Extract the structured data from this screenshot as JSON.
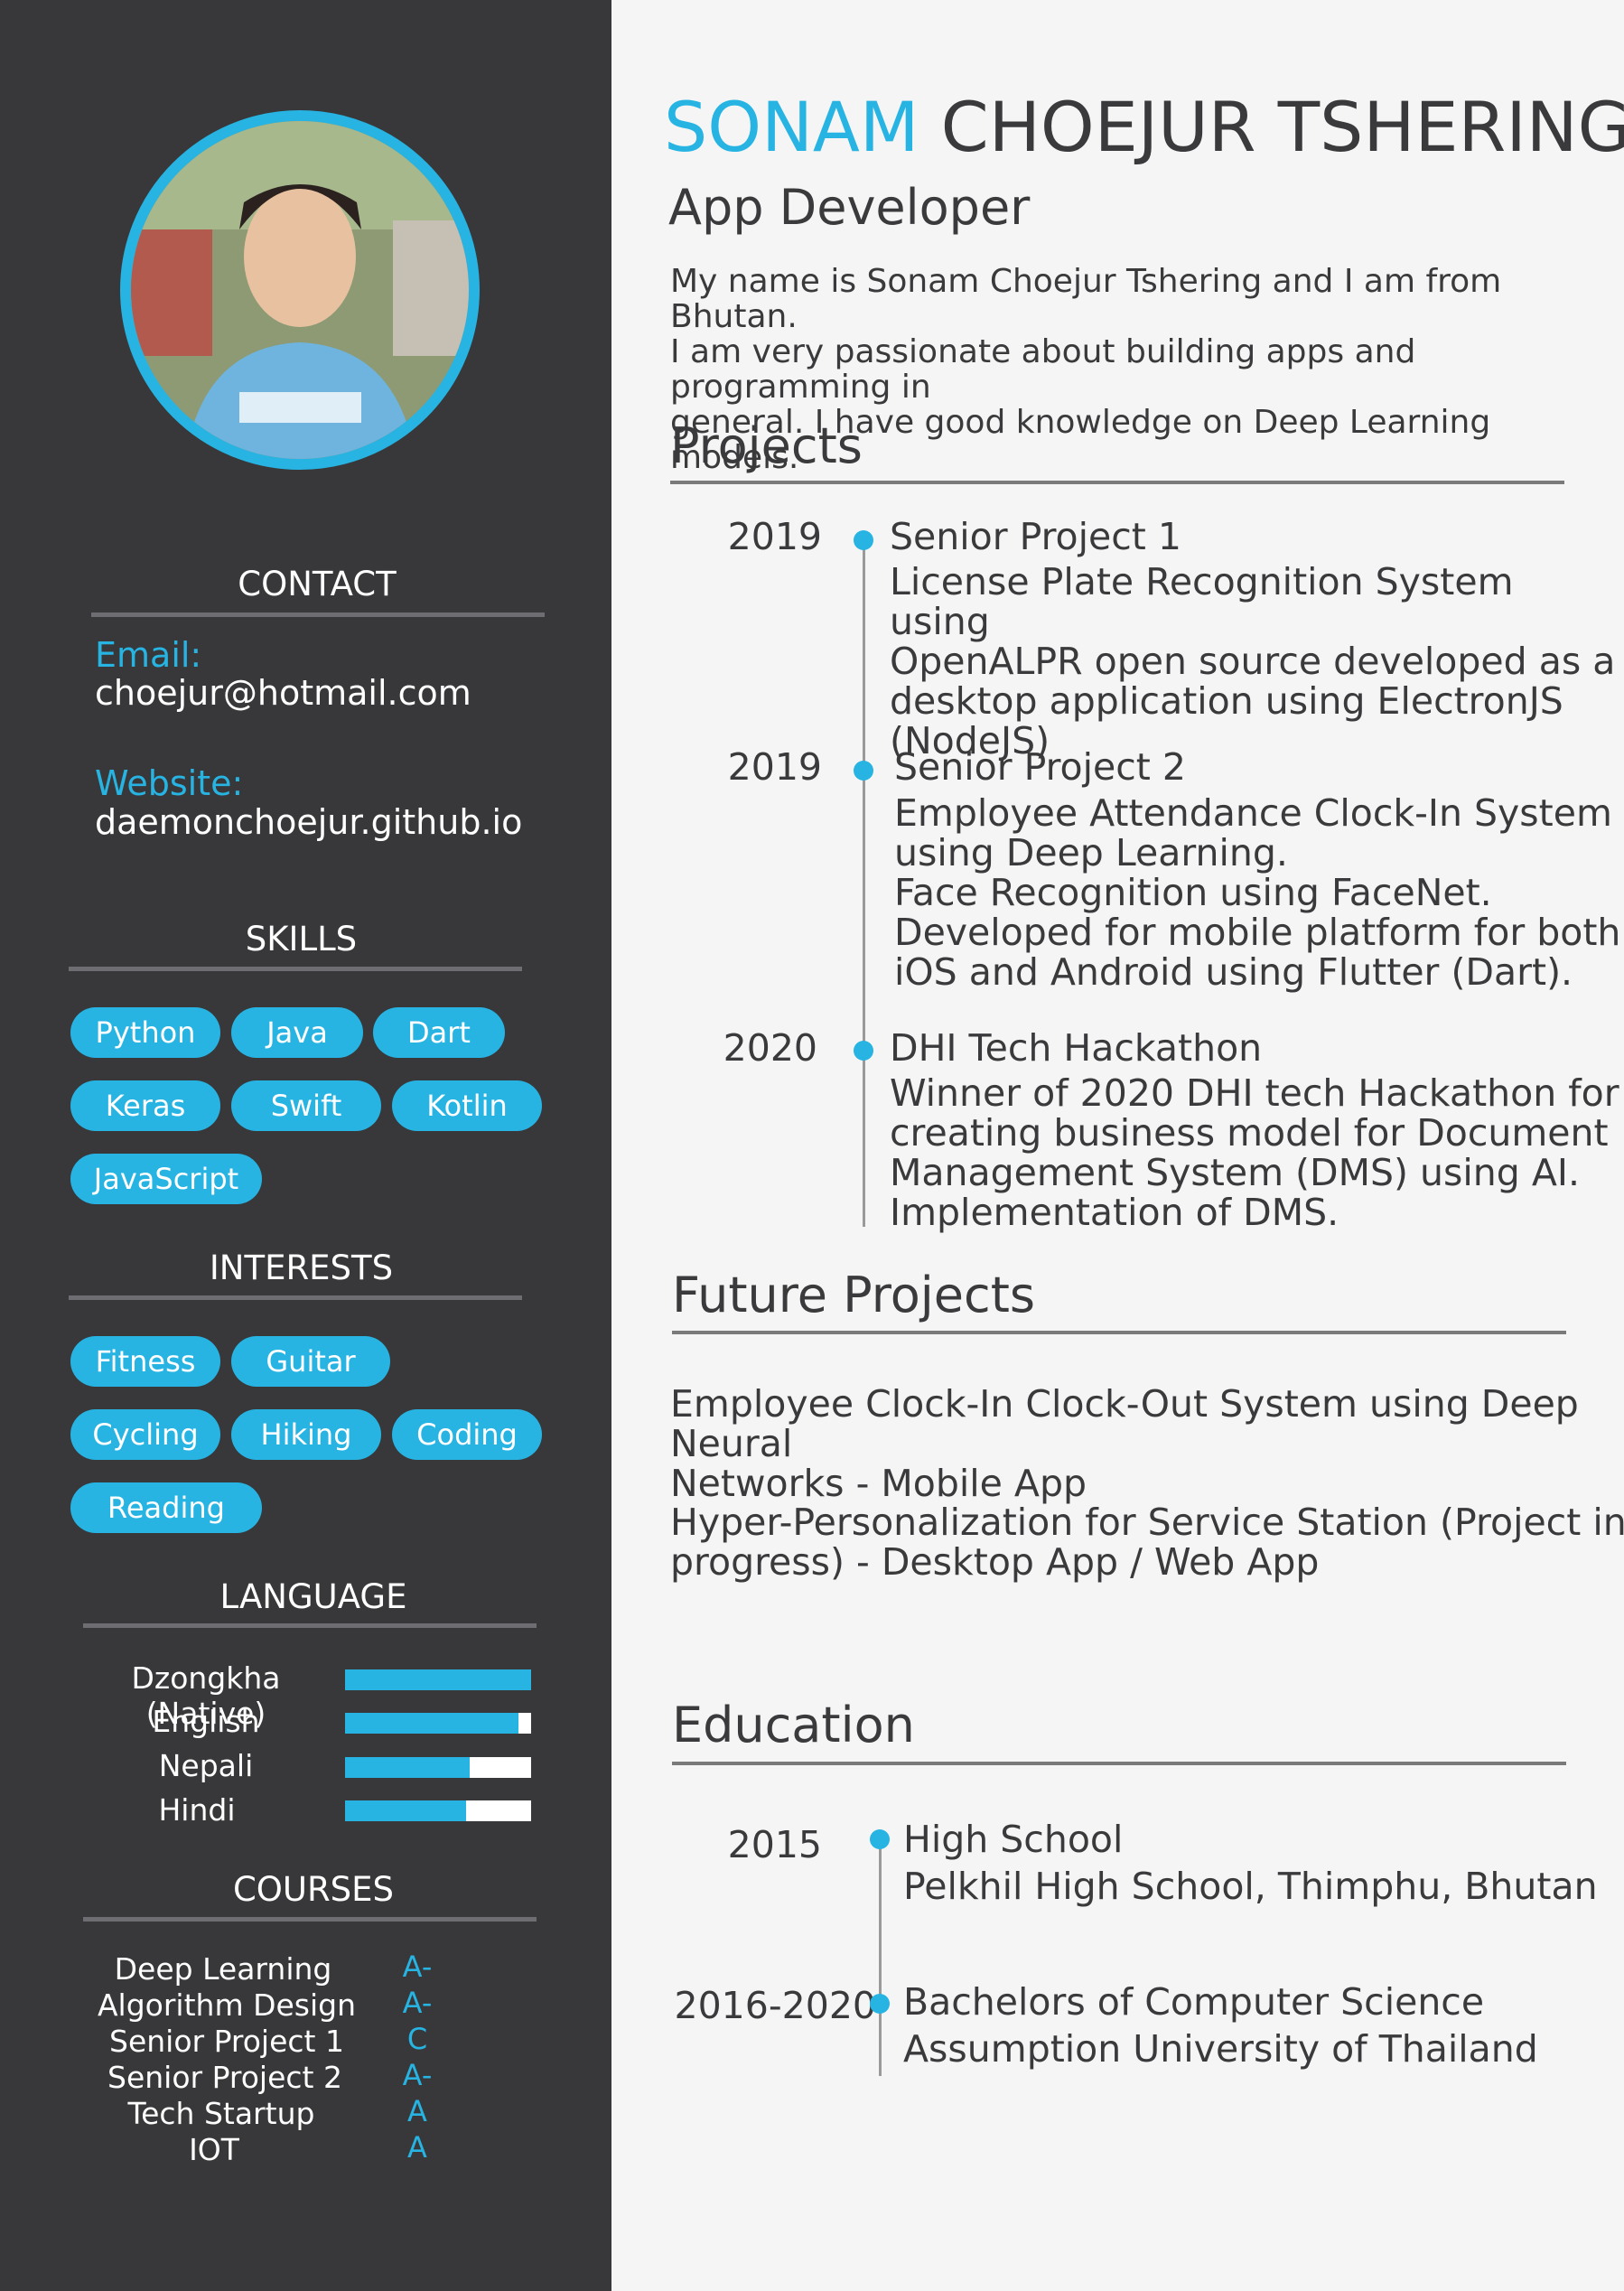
{
  "profile": {
    "first_name": "SONAM",
    "last_name": "CHOEJUR TSHERING",
    "role": "App Developer",
    "intro": "My name is Sonam Choejur Tshering and I am from Bhutan.\nI am very passionate about building apps and programming in\ngeneral. I have good knowledge on Deep Learning models."
  },
  "sidebar": {
    "contact": {
      "heading": "CONTACT",
      "email_label": "Email:",
      "email": "choejur@hotmail.com",
      "website_label": "Website:",
      "website": "daemonchoejur.github.io"
    },
    "skills": {
      "heading": "SKILLS",
      "items": [
        "Python",
        "Java",
        "Dart",
        "Keras",
        "Swift",
        "Kotlin",
        "JavaScript"
      ]
    },
    "interests": {
      "heading": "INTERESTS",
      "items": [
        "Fitness",
        "Guitar",
        "Cycling",
        "Hiking",
        "Coding",
        "Reading"
      ]
    },
    "language": {
      "heading": "LANGUAGE",
      "items": [
        {
          "name": "Dzongkha (Native)",
          "level": 1.0
        },
        {
          "name": "English",
          "level": 0.93
        },
        {
          "name": "Nepali",
          "level": 0.67
        },
        {
          "name": "Hindi",
          "level": 0.65
        }
      ]
    },
    "courses": {
      "heading": "COURSES",
      "items": [
        {
          "name": "Deep Learning",
          "grade": "A-"
        },
        {
          "name": "Algorithm Design",
          "grade": "A-"
        },
        {
          "name": "Senior Project 1",
          "grade": "C"
        },
        {
          "name": "Senior Project 2",
          "grade": "A-"
        },
        {
          "name": "Tech Startup",
          "grade": "A"
        },
        {
          "name": "IOT",
          "grade": "A"
        }
      ]
    }
  },
  "projects": {
    "heading": "Projects",
    "items": [
      {
        "year": "2019",
        "title": "Senior Project 1",
        "desc": "License Plate Recognition System using\nOpenALPR open source developed as a\ndesktop application using ElectronJS\n(NodeJS)"
      },
      {
        "year": "2019",
        "title": "Senior Project 2",
        "desc": "Employee Attendance Clock-In System\nusing Deep Learning.\nFace Recognition using FaceNet.\nDeveloped for mobile platform for both\niOS and Android using Flutter (Dart)."
      },
      {
        "year": "2020",
        "title": "DHI Tech Hackathon",
        "desc": "Winner of 2020 DHI tech Hackathon for\ncreating business model for Document\nManagement System (DMS) using AI.\nImplementation of DMS."
      }
    ]
  },
  "future_projects": {
    "heading": "Future Projects",
    "items": [
      "Employee Clock-In Clock-Out System using Deep Neural\nNetworks - Mobile App",
      "Hyper-Personalization for Service Station (Project in\nprogress) - Desktop App / Web App"
    ]
  },
  "education": {
    "heading": "Education",
    "items": [
      {
        "year": "2015",
        "title": "High School",
        "place": "Pelkhil High School, Thimphu, Bhutan"
      },
      {
        "year": "2016-2020",
        "title": "Bachelors of Computer Science",
        "place": "Assumption University of Thailand"
      }
    ]
  }
}
